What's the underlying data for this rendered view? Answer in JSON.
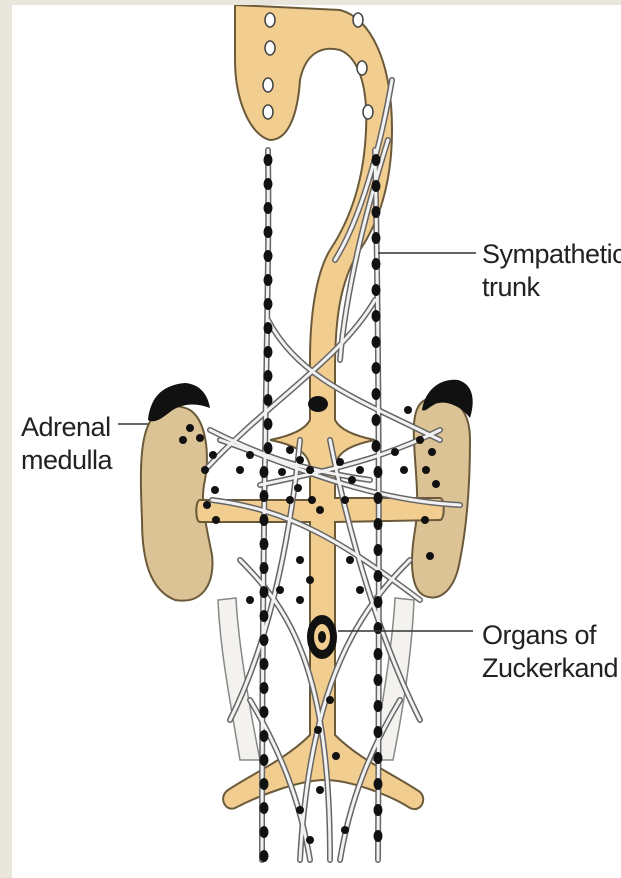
{
  "labels": {
    "sympathetic_trunk": [
      "Sympathetic",
      "trunk"
    ],
    "adrenal_medulla": [
      "Adrenal",
      "medulla"
    ],
    "organs_of_zuckerkandl": [
      "Organs of",
      "Zuckerkand"
    ]
  },
  "colors": {
    "vessel_fill": "#f1cd90",
    "vessel_stroke": "#6b5a3a",
    "kidney_fill": "#dcc396",
    "chromaffin": "#111111",
    "nerve": "#f2f2f2",
    "background": "#e9e6dc"
  }
}
